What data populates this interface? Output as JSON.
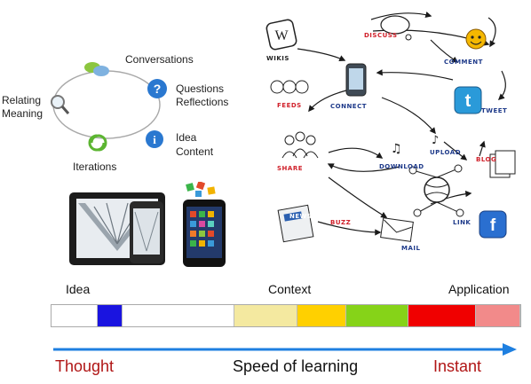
{
  "cycle": {
    "conversations": "Conversations",
    "questions": "Questions",
    "reflections": "Reflections",
    "idea": "Idea",
    "content": "Content",
    "iterations": "Iterations",
    "relating": "Relating",
    "meaning": "Meaning"
  },
  "network": {
    "wikis": "WIKIS",
    "discuss": "DISCUSS",
    "comment": "COMMENT",
    "feeds": "FEEDS",
    "connect": "CONNECT",
    "tweet": "TWEET",
    "share": "SHARE",
    "download": "DOWNLOAD",
    "upload": "UPLOAD",
    "blog": "BLOG",
    "news": "NEWS",
    "buzz": "BUZZ",
    "mail": "MAIL",
    "link": "LINK"
  },
  "stages": {
    "idea": "Idea",
    "context": "Context",
    "application": "Application"
  },
  "bar_segments": [
    {
      "color": "#ffffff",
      "share": 0.098
    },
    {
      "color": "#1a14e0",
      "share": 0.054
    },
    {
      "color": "#ffffff",
      "share": 0.238
    },
    {
      "color": "#f4e9a0",
      "share": 0.134
    },
    {
      "color": "#ffd000",
      "share": 0.104
    },
    {
      "color": "#86d318",
      "share": 0.134
    },
    {
      "color": "#f00000",
      "share": 0.144
    },
    {
      "color": "#f28a8a",
      "share": 0.094
    }
  ],
  "footer": {
    "thought": "Thought",
    "speed": "Speed of learning",
    "instant": "Instant"
  },
  "colors": {
    "arrow": "#1e7fe0",
    "thought": "#b01515",
    "instant": "#b01515"
  }
}
